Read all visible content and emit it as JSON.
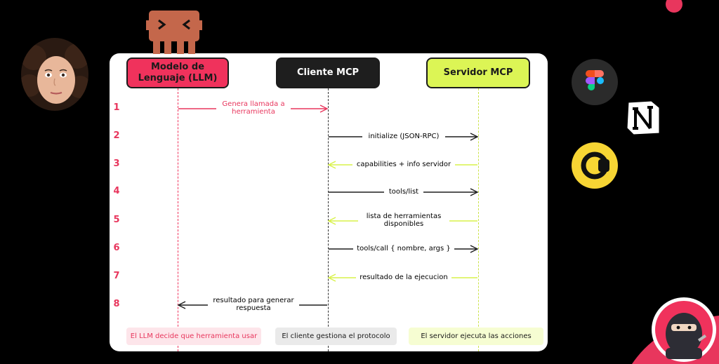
{
  "participants": {
    "llm": "Modelo de Lenguaje (LLM)",
    "client": "Cliente MCP",
    "server": "Servidor MCP"
  },
  "steps": [
    {
      "num": "1",
      "label": "Genera llamada a herramienta",
      "from": "llm",
      "to": "client"
    },
    {
      "num": "2",
      "label": "initialize (JSON-RPC)",
      "from": "client",
      "to": "server"
    },
    {
      "num": "3",
      "label": "capabilities + info servidor",
      "from": "server",
      "to": "client"
    },
    {
      "num": "4",
      "label": "tools/list",
      "from": "client",
      "to": "server"
    },
    {
      "num": "5",
      "label": "lista de herramientas disponibles",
      "from": "server",
      "to": "client"
    },
    {
      "num": "6",
      "label": "tools/call { nombre, args }",
      "from": "client",
      "to": "server"
    },
    {
      "num": "7",
      "label": "resultado de la ejecucion",
      "from": "server",
      "to": "client"
    },
    {
      "num": "8",
      "label": "resultado para generar respuesta",
      "from": "client",
      "to": "llm"
    }
  ],
  "footer": {
    "llm_note": "El LLM decide que herramienta usar",
    "client_note": "El cliente gestiona el protocolo",
    "server_note": "El servidor ejecuta las acciones"
  },
  "colors": {
    "llm": "#f0325c",
    "client": "#1e1e1e",
    "server": "#dcf555",
    "step_number": "#e8365d",
    "arrow_server": "#d8f24a"
  },
  "icons": [
    "mascot-icon",
    "presenter-avatar",
    "figma-icon",
    "notion-icon",
    "app-logo-icon",
    "ninja-avatar"
  ]
}
